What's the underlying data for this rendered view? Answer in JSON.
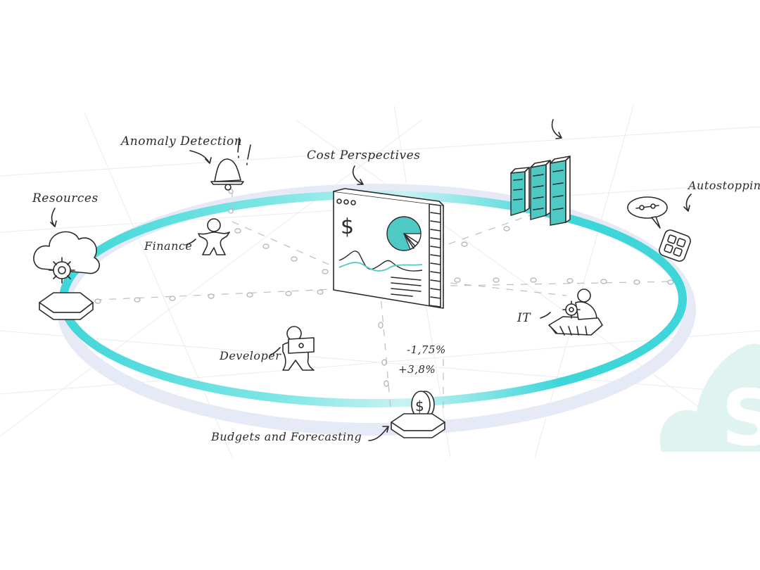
{
  "labels": {
    "anomaly_detection": "Anomaly Detection",
    "cost_perspectives": "Cost Perspectives",
    "resources": "Resources",
    "finance": "Finance",
    "autostopping": "Autostopping",
    "it": "IT",
    "developer": "Developer",
    "budgets_and_forecasting": "Budgets and Forecasting"
  },
  "values": {
    "decrease_percent": "-1,75%",
    "increase_percent": "+3,8%"
  },
  "dashboard": {
    "currency_symbol": "$"
  },
  "coin": {
    "currency_symbol": "$"
  },
  "colors": {
    "ring": "#3fd6d9",
    "ring_shadow": "#e6eaf7",
    "accent": "#4fc9c4",
    "accent_dark": "#2fa7a4",
    "ink": "#2b2b2b",
    "connector": "#b9c0c6",
    "watermark": "#dff4f1"
  },
  "icons": [
    "bell-icon",
    "cloud-gear-icon",
    "hexagon-platform-icon",
    "bar-chart-icon",
    "speech-bubble-icon",
    "app-grid-button-icon",
    "coin-icon",
    "person-icon",
    "laptop-icon",
    "gear-icon",
    "dollar-watermark-icon"
  ]
}
